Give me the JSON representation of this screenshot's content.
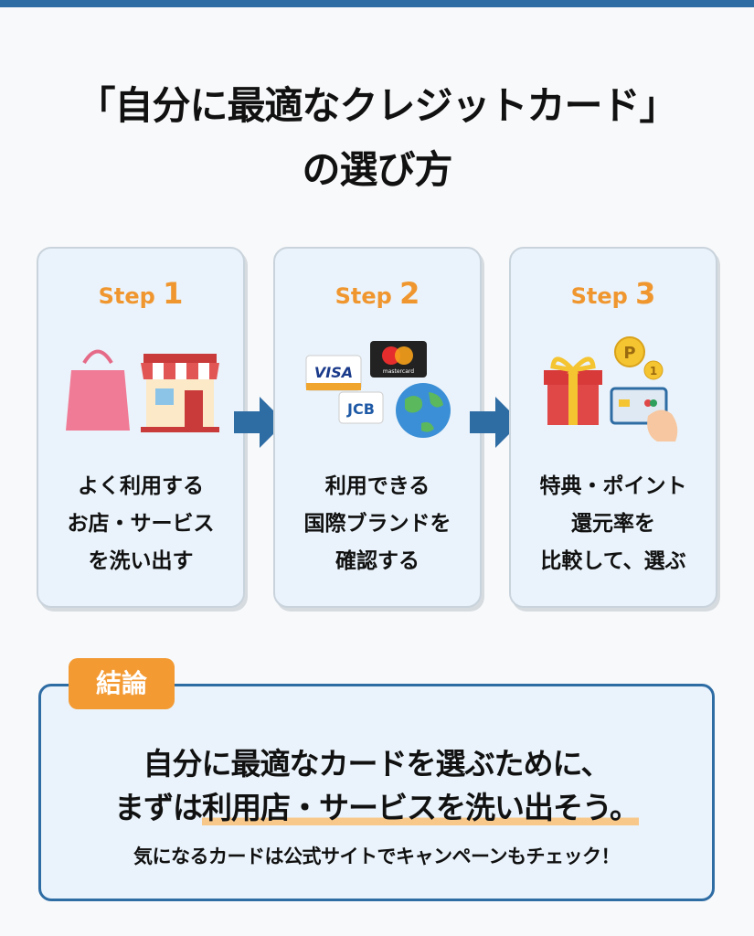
{
  "title": {
    "line1": "「自分に最適なクレジットカード」",
    "line2": "の選び方"
  },
  "steps": [
    {
      "prefix": "Step",
      "number": "1",
      "lines": [
        "よく利用する",
        "お店・サービス",
        "を洗い出す"
      ],
      "icons": [
        "shopping-bag-icon",
        "store-icon"
      ]
    },
    {
      "prefix": "Step",
      "number": "2",
      "lines": [
        "利用できる",
        "国際ブランドを",
        "確認する"
      ],
      "icons": [
        "visa-logo-icon",
        "mastercard-logo-icon",
        "jcb-logo-icon",
        "globe-icon"
      ],
      "brand_text": {
        "visa": "VISA",
        "mastercard": "mastercard",
        "jcb": "JCB"
      }
    },
    {
      "prefix": "Step",
      "number": "3",
      "lines": [
        "特典・ポイント",
        "還元率を",
        "比較して、選ぶ"
      ],
      "icons": [
        "gift-icon",
        "point-coin-icon",
        "card-in-hand-icon"
      ],
      "coin_text": {
        "p": "P",
        "one": "1"
      }
    }
  ],
  "conclusion": {
    "tag": "結論",
    "line1": "自分に最適なカードを選ぶために、",
    "line2_pre": "まずは",
    "line2_highlight": "利用店・サービスを洗い出そう。",
    "sub": "気になるカードは公式サイトでキャンペーンもチェック！"
  },
  "colors": {
    "accent_blue": "#2e6ca4",
    "accent_orange": "#f0962f",
    "card_bg": "#eaf3fb"
  }
}
